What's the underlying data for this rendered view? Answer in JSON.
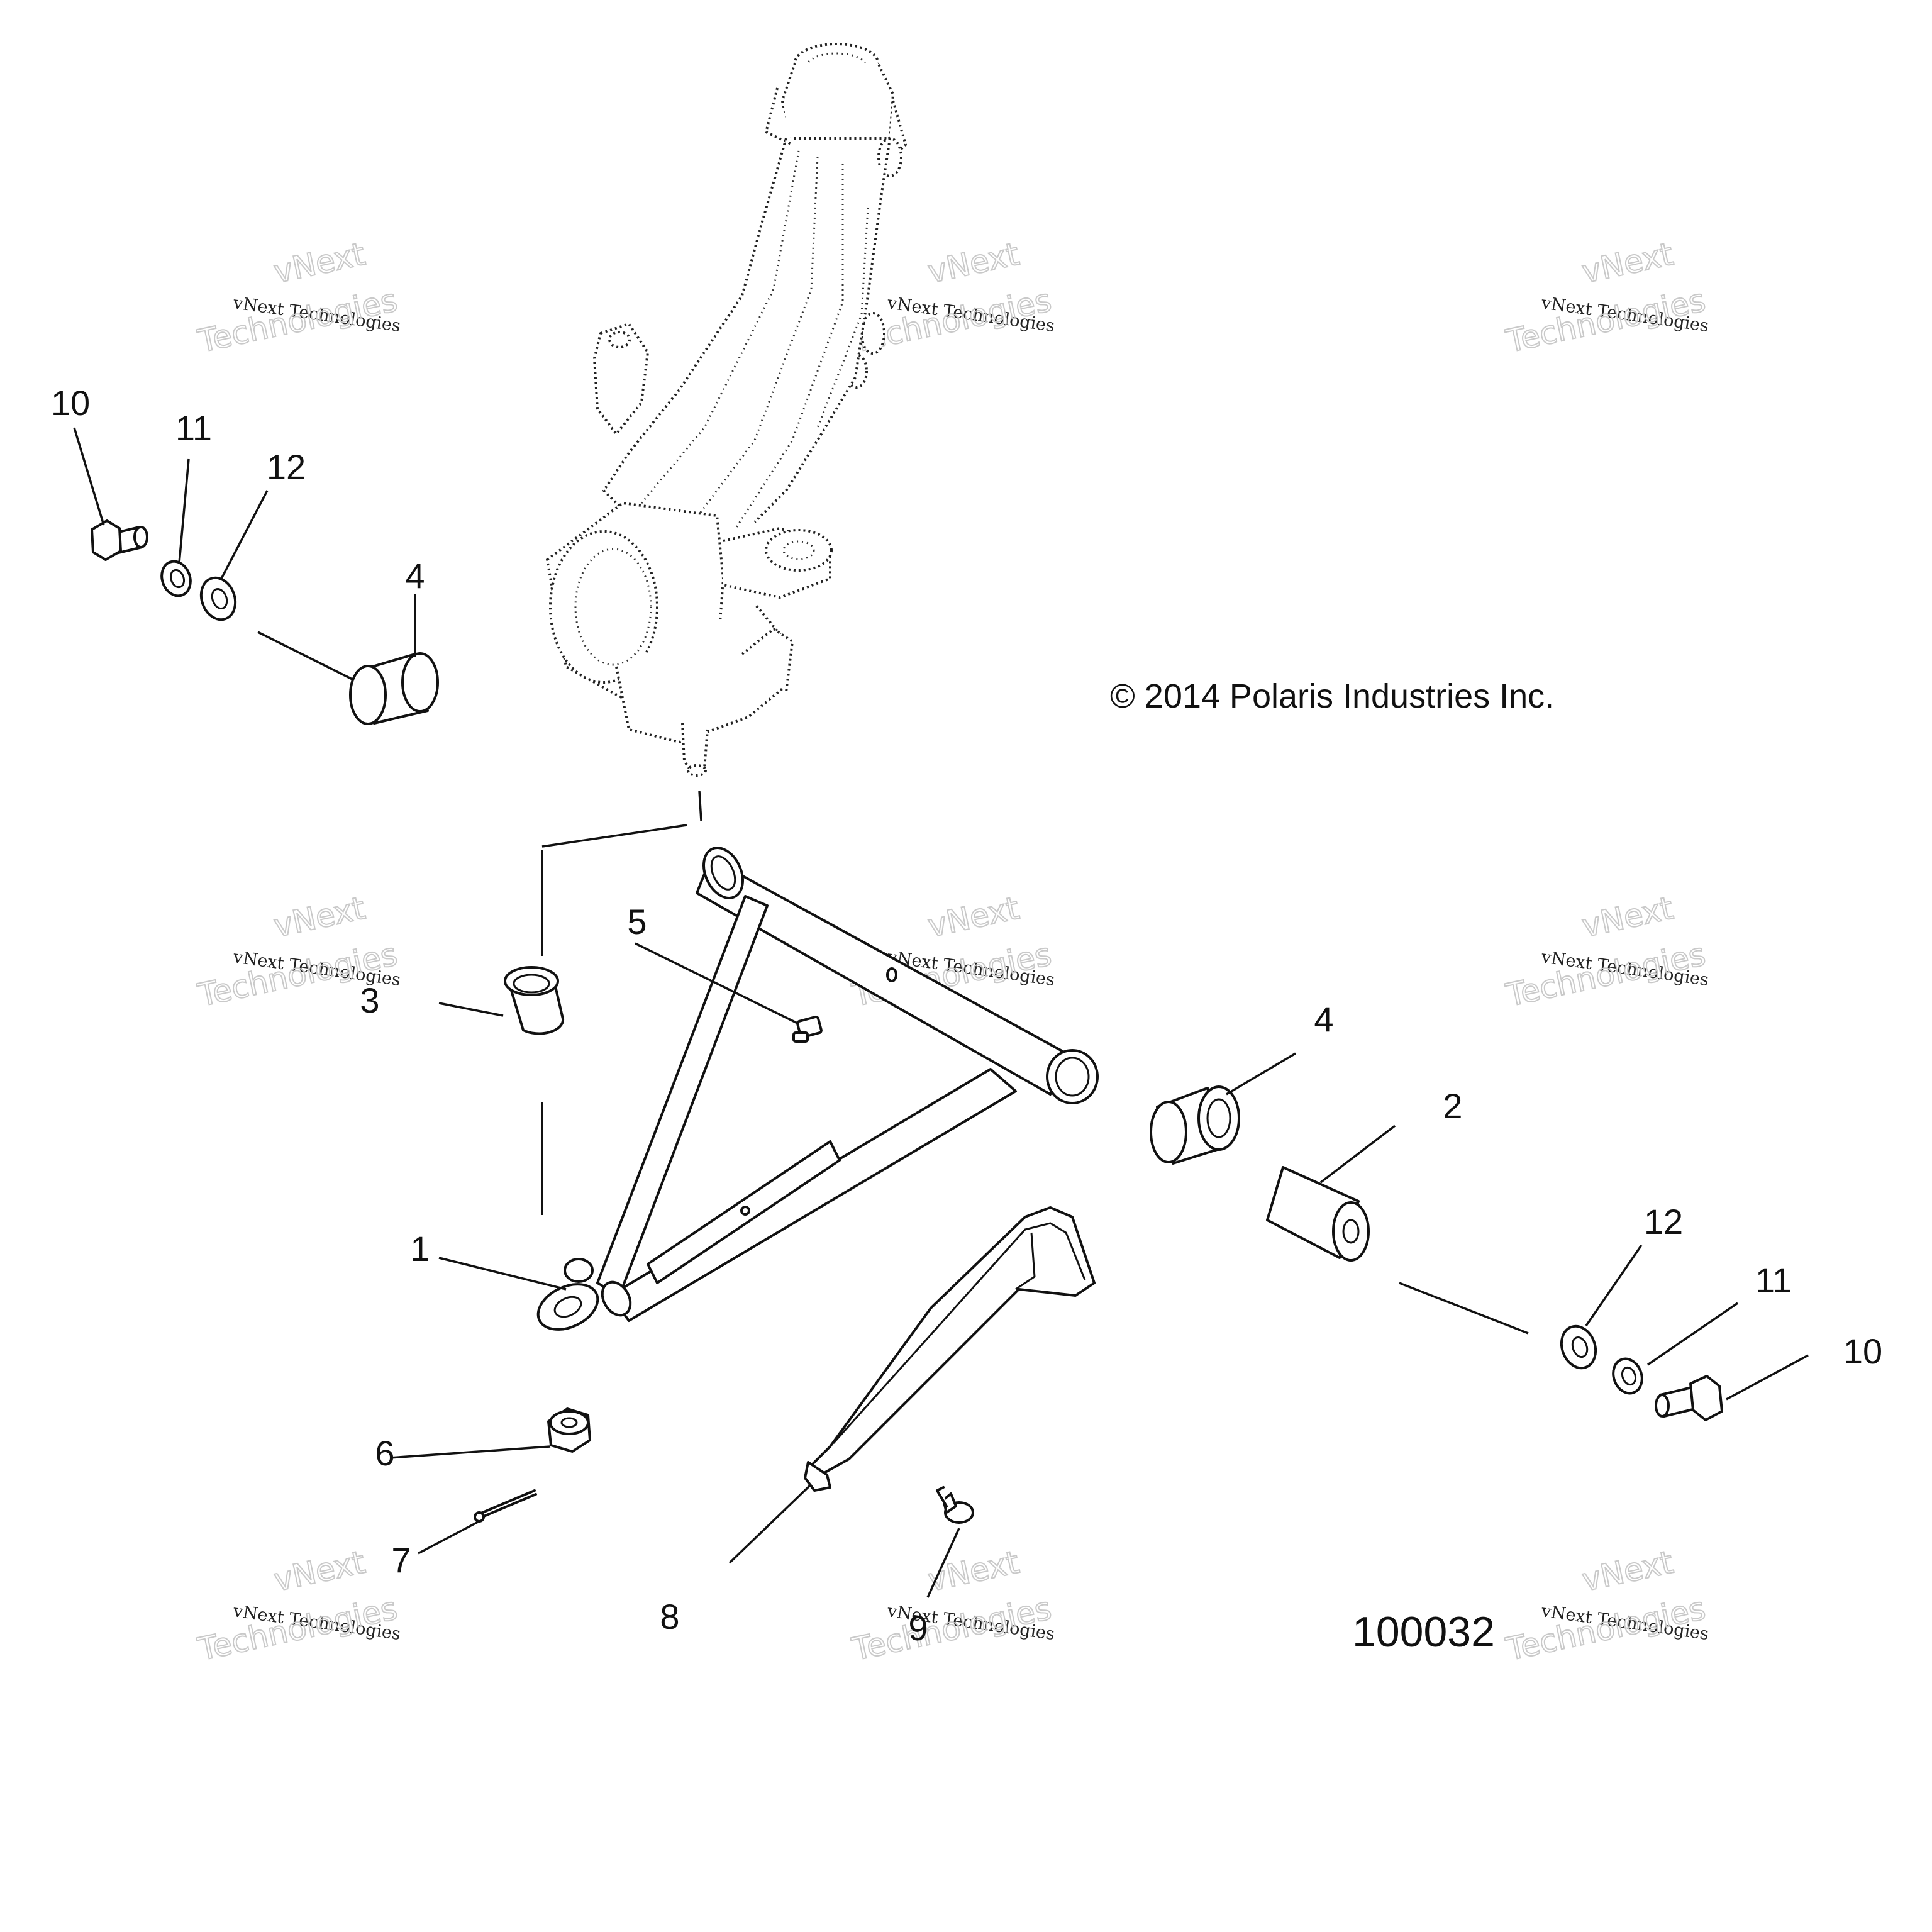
{
  "copyright": "© 2014 Polaris Industries Inc.",
  "figure_number": "100032",
  "watermark": {
    "line1": "vNext",
    "line2": "vNext Technologies",
    "line3": "Technologies"
  },
  "callouts": {
    "c1": "1",
    "c2": "2",
    "c3": "3",
    "c4a": "4",
    "c4b": "4",
    "c5": "5",
    "c6": "6",
    "c7": "7",
    "c8": "8",
    "c9": "9",
    "c10a": "10",
    "c10b": "10",
    "c11a": "11",
    "c11b": "11",
    "c12a": "12",
    "c12b": "12"
  }
}
